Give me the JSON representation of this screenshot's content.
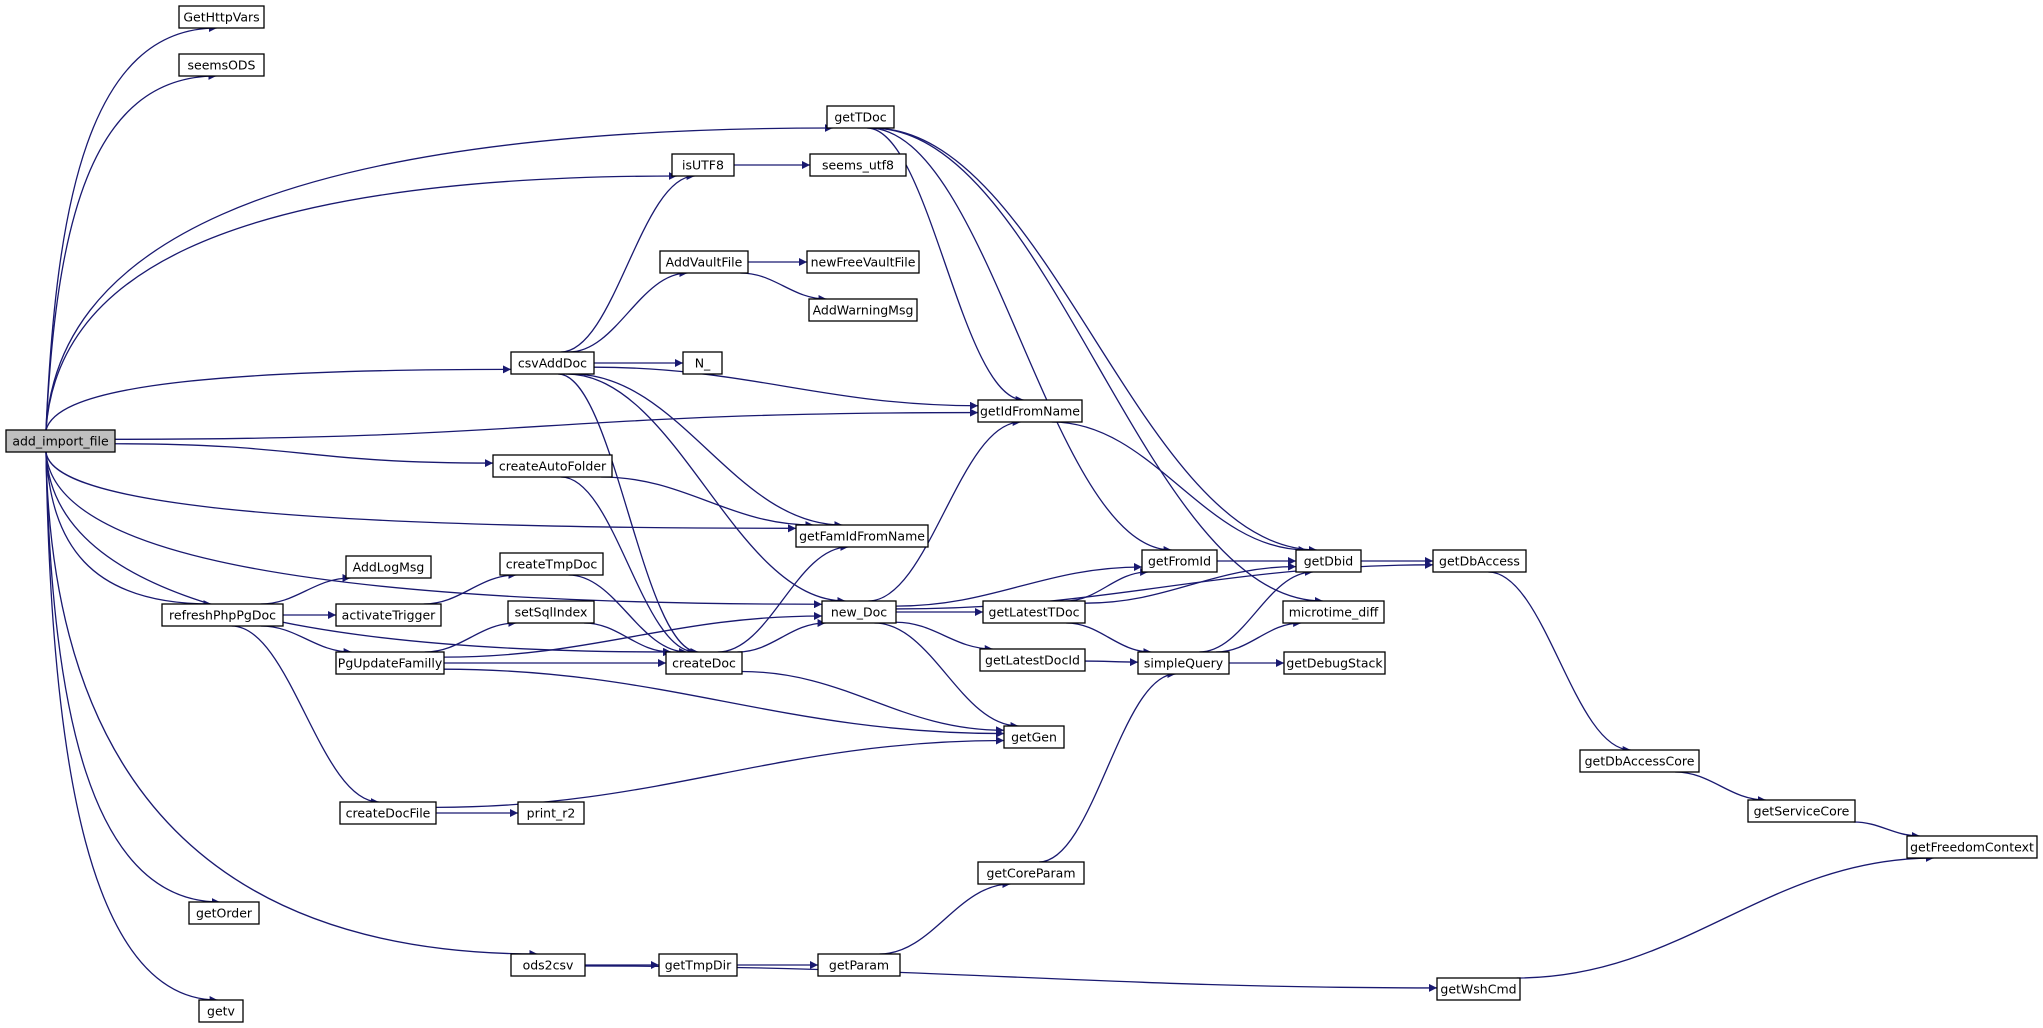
{
  "colors": {
    "edge": "#191970",
    "node_fill": "#ffffff",
    "root_fill": "#bfbfbf",
    "node_stroke": "#000000"
  },
  "nodes": [
    {
      "id": "add_import_file",
      "label": "add_import_file",
      "root": true
    },
    {
      "id": "GetHttpVars",
      "label": "GetHttpVars"
    },
    {
      "id": "seemsODS",
      "label": "seemsODS"
    },
    {
      "id": "getTDoc",
      "label": "getTDoc"
    },
    {
      "id": "isUTF8",
      "label": "isUTF8"
    },
    {
      "id": "seems_utf8",
      "label": "seems_utf8"
    },
    {
      "id": "AddVaultFile",
      "label": "AddVaultFile"
    },
    {
      "id": "newFreeVaultFile",
      "label": "newFreeVaultFile"
    },
    {
      "id": "AddWarningMsg",
      "label": "AddWarningMsg"
    },
    {
      "id": "csvAddDoc",
      "label": "csvAddDoc"
    },
    {
      "id": "N_",
      "label": "N_"
    },
    {
      "id": "getIdFromName",
      "label": "getIdFromName"
    },
    {
      "id": "createAutoFolder",
      "label": "createAutoFolder"
    },
    {
      "id": "getFamIdFromName",
      "label": "getFamIdFromName"
    },
    {
      "id": "AddLogMsg",
      "label": "AddLogMsg"
    },
    {
      "id": "createTmpDoc",
      "label": "createTmpDoc"
    },
    {
      "id": "refreshPhpPgDoc",
      "label": "refreshPhpPgDoc"
    },
    {
      "id": "activateTrigger",
      "label": "activateTrigger"
    },
    {
      "id": "setSqlIndex",
      "label": "setSqlIndex"
    },
    {
      "id": "PgUpdateFamilly",
      "label": "PgUpdateFamilly"
    },
    {
      "id": "createDoc",
      "label": "createDoc"
    },
    {
      "id": "new_Doc",
      "label": "new_Doc"
    },
    {
      "id": "getFromId",
      "label": "getFromId"
    },
    {
      "id": "getDbid",
      "label": "getDbid"
    },
    {
      "id": "getDbAccess",
      "label": "getDbAccess"
    },
    {
      "id": "getLatestTDoc",
      "label": "getLatestTDoc"
    },
    {
      "id": "microtime_diff",
      "label": "microtime_diff"
    },
    {
      "id": "getLatestDocId",
      "label": "getLatestDocId"
    },
    {
      "id": "simpleQuery",
      "label": "simpleQuery"
    },
    {
      "id": "getDebugStack",
      "label": "getDebugStack"
    },
    {
      "id": "getGen",
      "label": "getGen"
    },
    {
      "id": "createDocFile",
      "label": "createDocFile"
    },
    {
      "id": "print_r2",
      "label": "print_r2"
    },
    {
      "id": "getDbAccessCore",
      "label": "getDbAccessCore"
    },
    {
      "id": "getServiceCore",
      "label": "getServiceCore"
    },
    {
      "id": "getFreedomContext",
      "label": "getFreedomContext"
    },
    {
      "id": "getCoreParam",
      "label": "getCoreParam"
    },
    {
      "id": "getOrder",
      "label": "getOrder"
    },
    {
      "id": "ods2csv",
      "label": "ods2csv"
    },
    {
      "id": "getTmpDir",
      "label": "getTmpDir"
    },
    {
      "id": "getParam",
      "label": "getParam"
    },
    {
      "id": "getWshCmd",
      "label": "getWshCmd"
    },
    {
      "id": "getv",
      "label": "getv"
    }
  ],
  "edges": [
    [
      "add_import_file",
      "GetHttpVars"
    ],
    [
      "add_import_file",
      "seemsODS"
    ],
    [
      "add_import_file",
      "getTDoc"
    ],
    [
      "add_import_file",
      "isUTF8"
    ],
    [
      "add_import_file",
      "getIdFromName"
    ],
    [
      "add_import_file",
      "csvAddDoc"
    ],
    [
      "add_import_file",
      "getFamIdFromName"
    ],
    [
      "add_import_file",
      "createAutoFolder"
    ],
    [
      "add_import_file",
      "new_Doc"
    ],
    [
      "add_import_file",
      "refreshPhpPgDoc"
    ],
    [
      "add_import_file",
      "createDoc"
    ],
    [
      "add_import_file",
      "getOrder"
    ],
    [
      "add_import_file",
      "ods2csv"
    ],
    [
      "add_import_file",
      "getv"
    ],
    [
      "getTDoc",
      "getDbid"
    ],
    [
      "getTDoc",
      "getIdFromName"
    ],
    [
      "getTDoc",
      "getFromId"
    ],
    [
      "getTDoc",
      "microtime_diff"
    ],
    [
      "isUTF8",
      "seems_utf8"
    ],
    [
      "AddVaultFile",
      "newFreeVaultFile"
    ],
    [
      "AddVaultFile",
      "AddWarningMsg"
    ],
    [
      "csvAddDoc",
      "isUTF8"
    ],
    [
      "csvAddDoc",
      "AddVaultFile"
    ],
    [
      "csvAddDoc",
      "getFamIdFromName"
    ],
    [
      "csvAddDoc",
      "N_"
    ],
    [
      "csvAddDoc",
      "getIdFromName"
    ],
    [
      "csvAddDoc",
      "createDoc"
    ],
    [
      "csvAddDoc",
      "new_Doc"
    ],
    [
      "getIdFromName",
      "getDbid"
    ],
    [
      "createAutoFolder",
      "getFamIdFromName"
    ],
    [
      "createAutoFolder",
      "createDoc"
    ],
    [
      "refreshPhpPgDoc",
      "AddLogMsg"
    ],
    [
      "refreshPhpPgDoc",
      "activateTrigger"
    ],
    [
      "refreshPhpPgDoc",
      "PgUpdateFamilly"
    ],
    [
      "refreshPhpPgDoc",
      "createDocFile"
    ],
    [
      "activateTrigger",
      "createTmpDoc"
    ],
    [
      "createTmpDoc",
      "createDoc"
    ],
    [
      "setSqlIndex",
      "createDoc"
    ],
    [
      "PgUpdateFamilly",
      "setSqlIndex"
    ],
    [
      "PgUpdateFamilly",
      "createDoc"
    ],
    [
      "PgUpdateFamilly",
      "new_Doc"
    ],
    [
      "PgUpdateFamilly",
      "getGen"
    ],
    [
      "createDoc",
      "getFamIdFromName"
    ],
    [
      "createDoc",
      "new_Doc"
    ],
    [
      "createDoc",
      "getGen"
    ],
    [
      "new_Doc",
      "getIdFromName"
    ],
    [
      "new_Doc",
      "getDbAccess"
    ],
    [
      "new_Doc",
      "getFromId"
    ],
    [
      "new_Doc",
      "getLatestTDoc"
    ],
    [
      "new_Doc",
      "getLatestDocId"
    ],
    [
      "new_Doc",
      "getGen"
    ],
    [
      "getFromId",
      "getDbid"
    ],
    [
      "getDbid",
      "getDbAccess"
    ],
    [
      "getLatestTDoc",
      "getFromId"
    ],
    [
      "getLatestTDoc",
      "getDbid"
    ],
    [
      "getLatestTDoc",
      "simpleQuery"
    ],
    [
      "getLatestDocId",
      "simpleQuery"
    ],
    [
      "simpleQuery",
      "getDbid"
    ],
    [
      "simpleQuery",
      "microtime_diff"
    ],
    [
      "simpleQuery",
      "getDebugStack"
    ],
    [
      "getDbAccess",
      "getDbAccessCore"
    ],
    [
      "getDbAccessCore",
      "getServiceCore"
    ],
    [
      "getServiceCore",
      "getFreedomContext"
    ],
    [
      "createDocFile",
      "print_r2"
    ],
    [
      "createDocFile",
      "getGen"
    ],
    [
      "getCoreParam",
      "simpleQuery"
    ],
    [
      "ods2csv",
      "getTmpDir"
    ],
    [
      "ods2csv",
      "getWshCmd"
    ],
    [
      "getTmpDir",
      "getParam"
    ],
    [
      "getParam",
      "getCoreParam"
    ],
    [
      "getWshCmd",
      "getFreedomContext"
    ]
  ]
}
